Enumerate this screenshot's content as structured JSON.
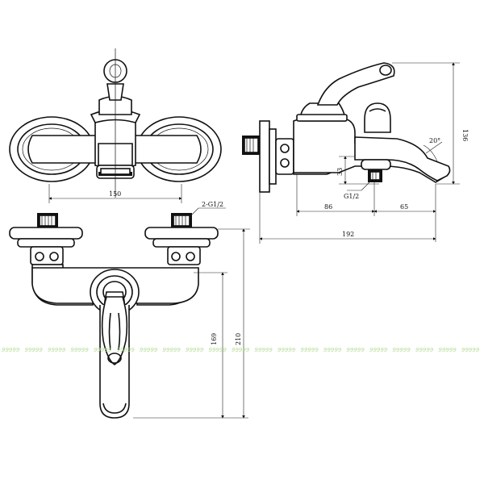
{
  "dimensions": {
    "top_width": "150",
    "connection": "2-G1/2",
    "front_height_inner": "169",
    "front_height_outer": "210",
    "side_height": "136",
    "spout_angle": "20°",
    "outlet_height": "33",
    "outlet_thread": "G1/2",
    "depth_a": "86",
    "depth_b": "65",
    "total_depth": "192"
  },
  "watermark": {
    "text": "99999"
  }
}
